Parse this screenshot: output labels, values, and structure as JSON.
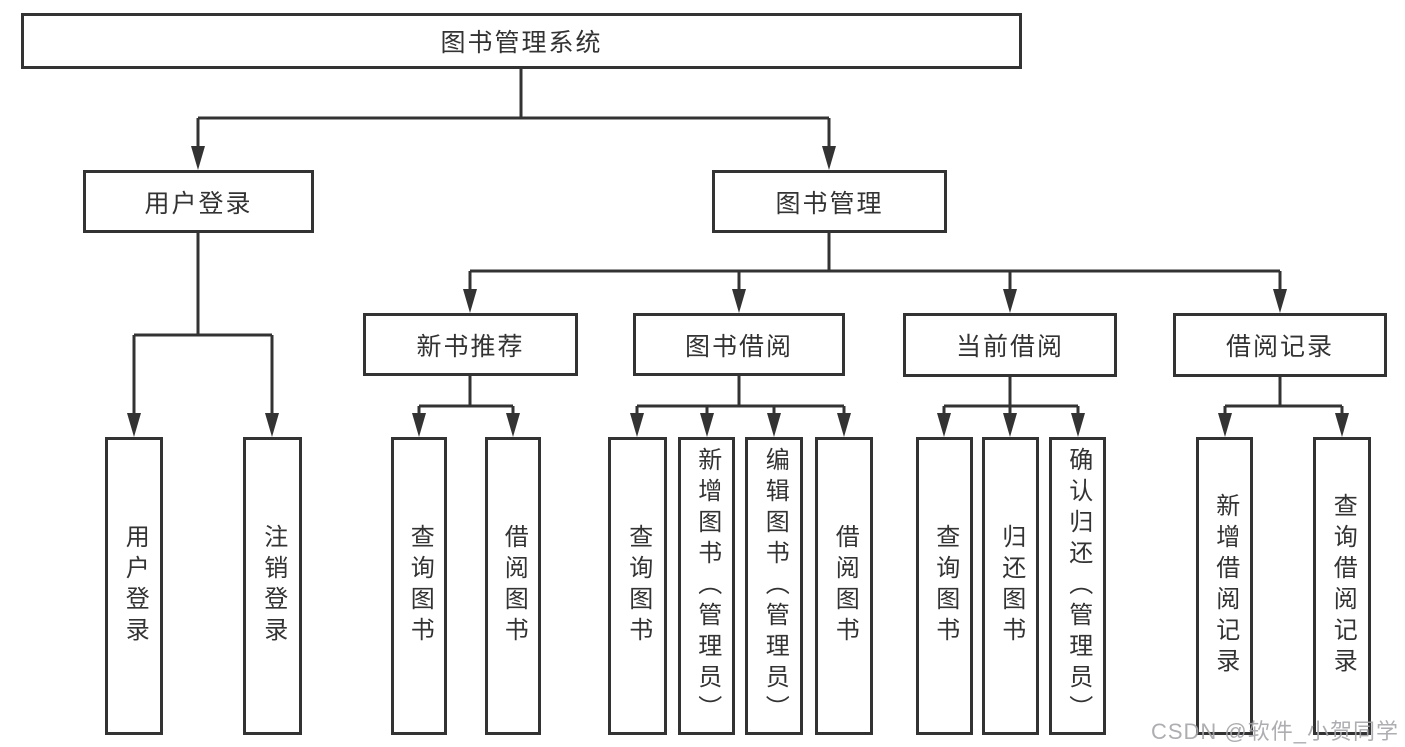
{
  "diagram": {
    "root": {
      "label": "图书管理系统"
    },
    "children": [
      {
        "label": "用户登录",
        "children": [
          {
            "label": "用户登录"
          },
          {
            "label": "注销登录"
          }
        ]
      },
      {
        "label": "图书管理",
        "children": [
          {
            "label": "新书推荐",
            "children": [
              {
                "label": "查询图书"
              },
              {
                "label": "借阅图书"
              }
            ]
          },
          {
            "label": "图书借阅",
            "children": [
              {
                "label": "查询图书"
              },
              {
                "label": "新增图书（管理员）"
              },
              {
                "label": "编辑图书（管理员）"
              },
              {
                "label": "借阅图书"
              }
            ]
          },
          {
            "label": "当前借阅",
            "children": [
              {
                "label": "查询图书"
              },
              {
                "label": "归还图书"
              },
              {
                "label": "确认归还（管理员）"
              }
            ]
          },
          {
            "label": "借阅记录",
            "children": [
              {
                "label": "新增借阅记录"
              },
              {
                "label": "查询借阅记录"
              }
            ]
          }
        ]
      }
    ]
  },
  "colors": {
    "line": "#333333",
    "box_background": "#ffffff",
    "watermark": "#a5a5aa"
  },
  "watermark": {
    "text": "CSDN @软件_小贺同学"
  }
}
